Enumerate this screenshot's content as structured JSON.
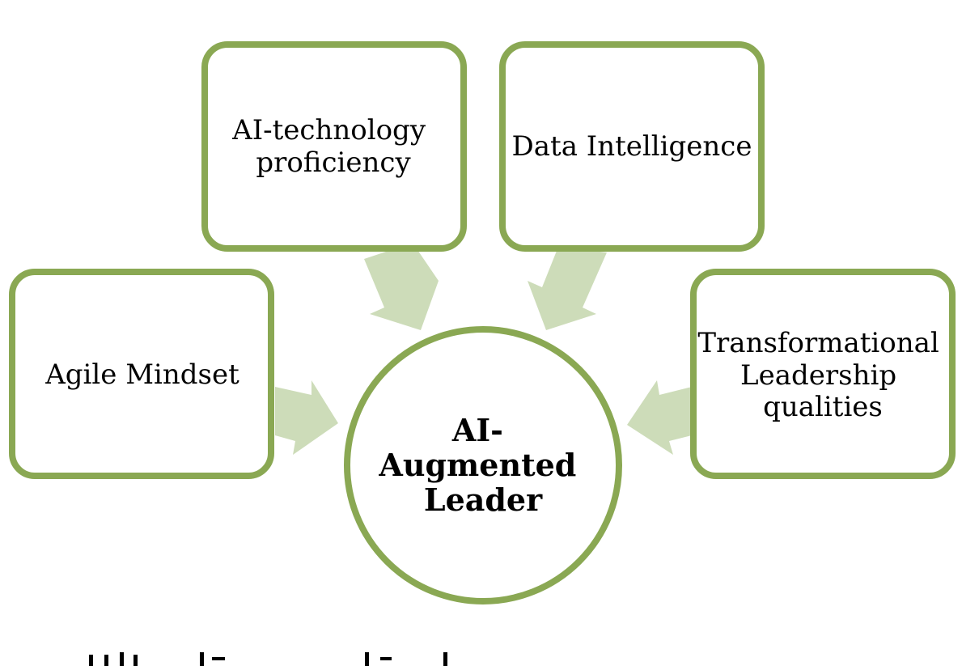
{
  "diagram": {
    "center": {
      "lines": [
        "AI-",
        "Augmented",
        "Leader"
      ]
    },
    "nodes": {
      "ai_tech": {
        "lines": [
          "AI-technology",
          "proficiency"
        ]
      },
      "data_intel": {
        "lines": [
          "Data Intelligence"
        ]
      },
      "agile": {
        "lines": [
          "Agile Mindset"
        ]
      },
      "transformational": {
        "lines": [
          "Transformational",
          "Leadership",
          "qualities"
        ]
      }
    },
    "colors": {
      "border": "#8aa853",
      "arrow": "#cddcb9"
    }
  }
}
